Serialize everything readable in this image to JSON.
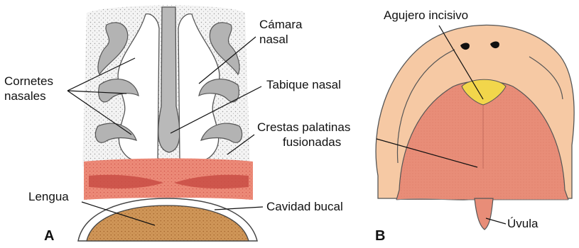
{
  "panels": {
    "a": {
      "letter": "A",
      "labels": {
        "cornetes_line1": "Cornetes",
        "cornetes_line2": "nasales",
        "camara_line1": "Cámara",
        "camara_line2": "nasal",
        "tabique": "Tabique nasal",
        "crestas_line1": "Crestas palatinas",
        "crestas_line2": "fusionadas",
        "lengua": "Lengua",
        "cavidad": "Cavidad bucal"
      }
    },
    "b": {
      "letter": "B",
      "labels": {
        "agujero": "Agujero incisivo",
        "uvula": "Úvula"
      }
    }
  },
  "colors": {
    "stipple_gray": "#c9c9c9",
    "turbinate_gray": "#b3b3b3",
    "palate_red": "#dd6b5a",
    "palate_band": "#c94c44",
    "tongue_brown": "#c48a4a",
    "skin": "#f6c9a4",
    "palate_b": "#e98c77",
    "incisive_yellow": "#f2d64b"
  }
}
